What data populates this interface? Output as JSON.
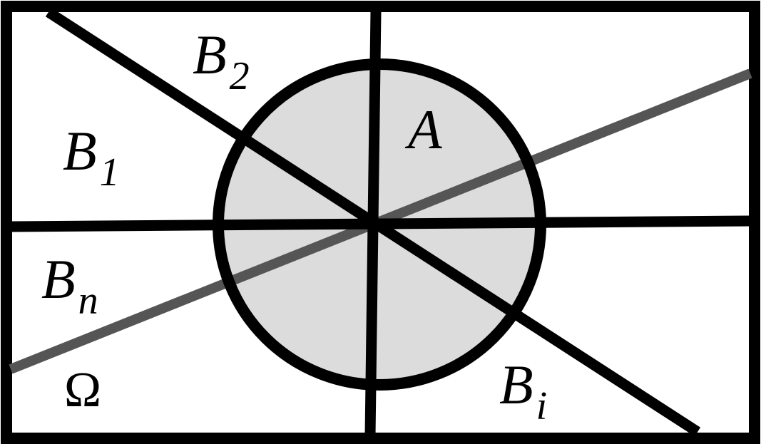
{
  "labels": {
    "b2_base": "B",
    "b2_sub": "2",
    "b1_base": "B",
    "b1_sub": "1",
    "a": "A",
    "bn_base": "B",
    "bn_sub": "n",
    "bi_base": "B",
    "bi_sub": "i",
    "omega": "Ω"
  },
  "colors": {
    "stroke": "#000000",
    "circle_fill": "#dcdcdc",
    "gray_line": "#555555",
    "background": "#ffffff"
  }
}
